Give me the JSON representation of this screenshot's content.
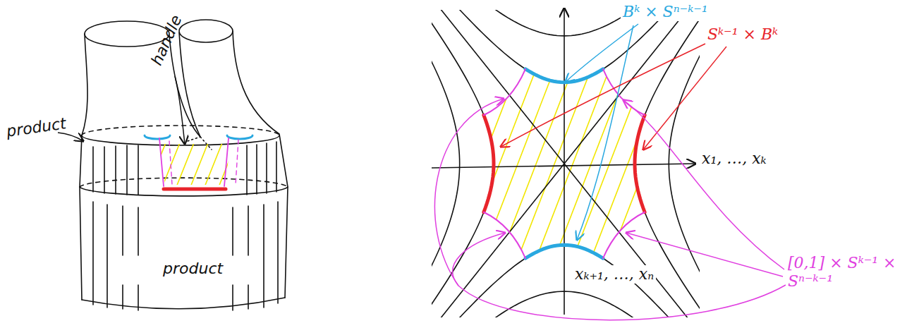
{
  "diagram": {
    "labels": [
      "product",
      "handle",
      "product",
      "Bᵏ × Sⁿ⁻ᵏ⁻¹",
      "Sᵏ⁻¹ × Bᵏ",
      "x₁, …, xₖ",
      "xₖ₊₁, …, xₙ",
      "[0,1] × Sᵏ⁻¹ × Sⁿ⁻ᵏ⁻¹"
    ]
  }
}
